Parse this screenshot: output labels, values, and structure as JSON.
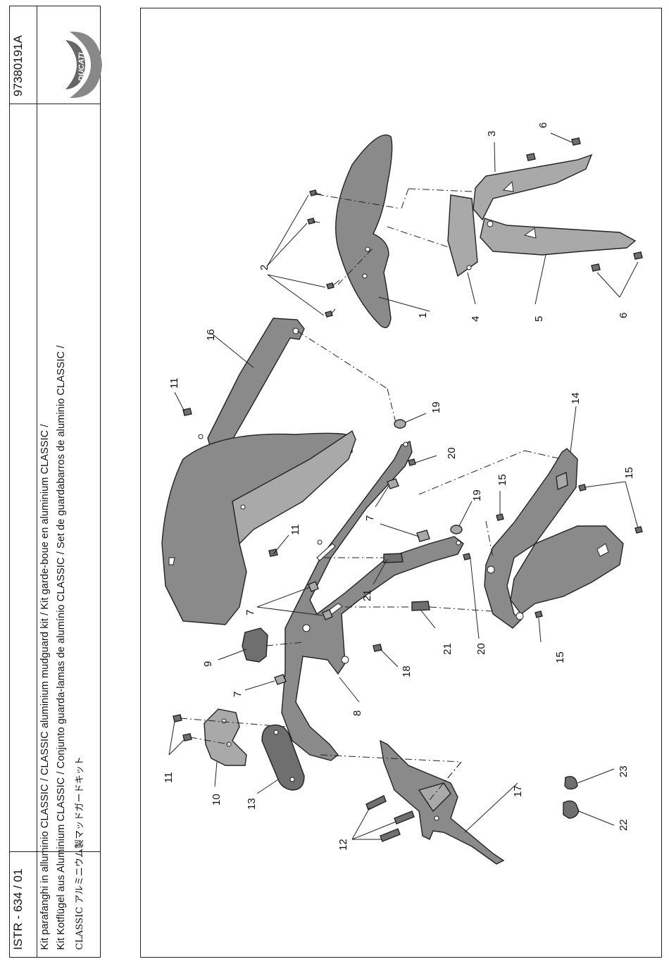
{
  "header": {
    "doc_code": "ISTR - 634 / 01",
    "part_number": "97380191A",
    "title_lines": [
      "Kit parafanghi in alluminio CLASSIC / CLASSIC aluminium mudguard kit / Kit garde-boue en aluminium CLASSIC /",
      "Kit Kotflügel aus Aluminium CLASSIC / Conjunto guarda-lamas de alumínio CLASSIC / Set de guardabarros de aluminio CLASSIC /",
      "CLASSIC アルミニウム製マッドガードキット"
    ],
    "logo_text": "DUCATI"
  },
  "callouts": {
    "c1": "1",
    "c2": "2",
    "c3": "3",
    "c4": "4",
    "c5": "5",
    "c6a": "6",
    "c6b": "6",
    "c7a": "7",
    "c7b": "7",
    "c7c": "7",
    "c8": "8",
    "c9": "9",
    "c10": "10",
    "c11a": "11",
    "c11b": "11",
    "c11c": "11",
    "c12": "12",
    "c13": "13",
    "c14": "14",
    "c15a": "15",
    "c15b": "15",
    "c15c": "15",
    "c16": "16",
    "c17": "17",
    "c18": "18",
    "c19a": "19",
    "c19b": "19",
    "c20a": "20",
    "c20b": "20",
    "c21a": "21",
    "c21b": "21",
    "c22": "22",
    "c23": "23"
  },
  "colors": {
    "part_fill": "#8a8a8a",
    "line": "#222222",
    "background": "#ffffff"
  }
}
